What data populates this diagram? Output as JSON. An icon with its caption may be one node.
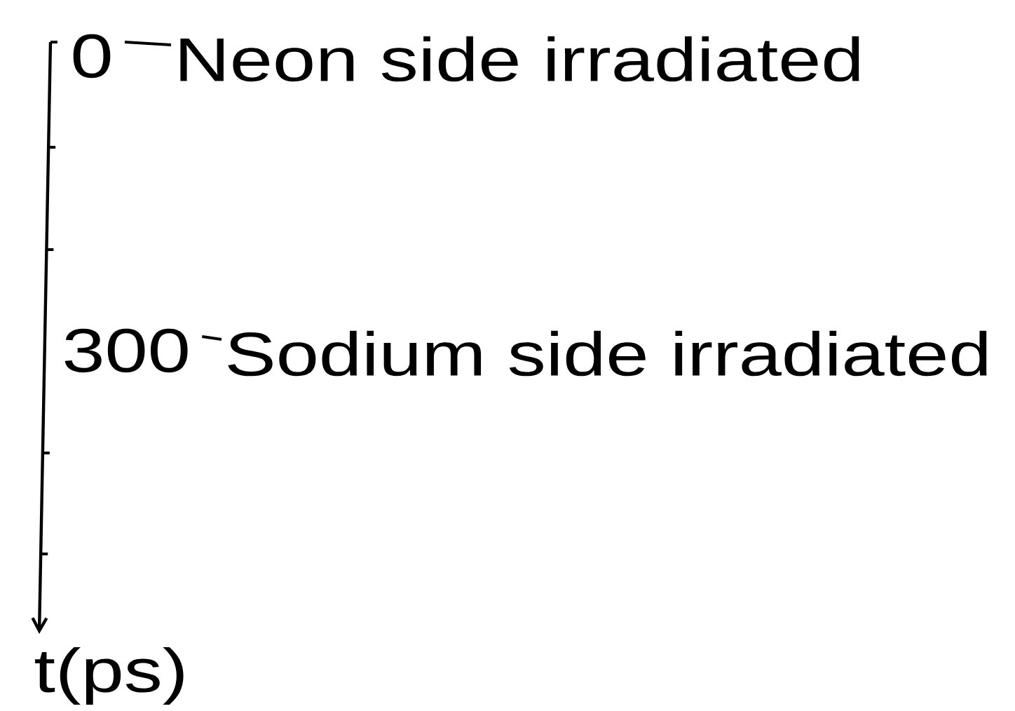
{
  "diagram": {
    "nodes": [
      {
        "text": [
          "0"
        ]
      },
      {
        "text": [
          "Neon side irradiated"
        ]
      },
      {
        "text": [
          "300"
        ]
      },
      {
        "text": [
          "Sodium side irradiated"
        ]
      }
    ],
    "edges": [
      {
        "from": 0,
        "to": 1,
        "arrow": "none"
      },
      {
        "from": 2,
        "to": 3,
        "arrow": "none"
      }
    ],
    "labels": [
      "t(ps)"
    ]
  }
}
